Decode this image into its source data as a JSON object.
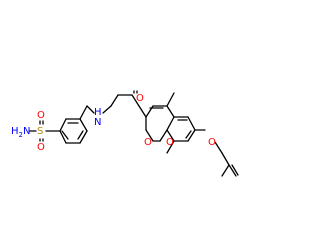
{
  "molecule": {
    "atoms": {
      "amine": "H2N",
      "amine_main": "H",
      "amine_sub": "2",
      "amine_n": "N",
      "sulfur": "S",
      "sulfonyl_o_top": "O",
      "sulfonyl_o_bottom": "O",
      "amide_nh": "H",
      "amide_n": "N",
      "amide_o": "O",
      "lactone_o_carbonyl": "O",
      "ring_o": "O",
      "ether_o": "O"
    },
    "colors": {
      "bond": "#000000",
      "nitrogen": "#0000ff",
      "oxygen": "#ff0000",
      "sulfur": "#b8860b"
    }
  }
}
